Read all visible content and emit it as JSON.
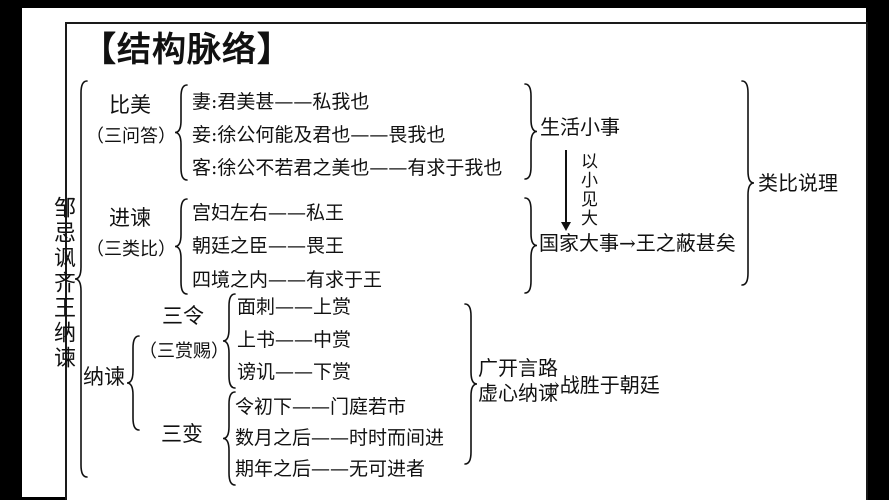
{
  "title": "【结构脉络】",
  "colors": {
    "background": "#000000",
    "panel": "#ffffff",
    "border": "#1a1a1a",
    "ink": "#111111"
  },
  "diagram": {
    "root": "邹忌讽齐王纳谏",
    "bimei": {
      "label": "比美",
      "sublabel": "（三问答）",
      "items": [
        "妻:君美甚——私我也",
        "妾:徐公何能及君也——畏我也",
        "客:徐公不若君之美也——有求于我也"
      ],
      "result": "生活小事"
    },
    "bridge": "以小见大",
    "jinjian": {
      "label": "进谏",
      "sublabel": "（三类比）",
      "items": [
        "宫妇左右——私王",
        "朝廷之臣——畏王",
        "四境之内——有求于王"
      ],
      "result": "国家大事→王之蔽甚矣"
    },
    "summary": "类比说理",
    "najian": {
      "label": "纳谏",
      "sanling": {
        "label": "三令",
        "sublabel": "（三赏赐）",
        "items": [
          "面刺——上赏",
          "上书——中赏",
          "谤讥——下赏"
        ]
      },
      "sanbian": {
        "label": "三变",
        "items": [
          "令初下——门庭若市",
          "数月之后——时时而间进",
          "期年之后——无可进者"
        ]
      },
      "results": [
        "广开言路",
        "虚心纳谏"
      ],
      "conclusion": "→战胜于朝廷"
    }
  }
}
